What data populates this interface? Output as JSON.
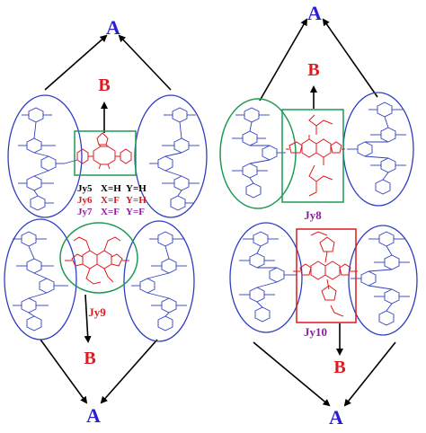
{
  "colors": {
    "A": "#2a1fd0",
    "B": "#e0191e",
    "donor": "#2e3fbf",
    "acceptor": "#e0191e",
    "frame_green": "#1f9a55",
    "frame_blue": "#2e3fbf",
    "frame_red": "#e0191e",
    "purple": "#8a1f9e",
    "arrow": "#000000"
  },
  "left_panel": {
    "top_label": "A",
    "bottom_label": "A",
    "upper_acceptor_label": "B",
    "lower_acceptor_label": "B",
    "series": [
      {
        "name": "Jy5",
        "x": "X=H",
        "y": "Y=H"
      },
      {
        "name": "Jy6",
        "x": "X=F",
        "y": "Y=H"
      },
      {
        "name": "Jy7",
        "x": "X=F",
        "y": "Y=F"
      }
    ],
    "lower_name": "Jy9"
  },
  "right_panel": {
    "top_label": "A",
    "bottom_label": "A",
    "upper_acceptor_label": "B",
    "lower_acceptor_label": "B",
    "upper_name": "Jy8",
    "lower_name": "Jy10"
  }
}
